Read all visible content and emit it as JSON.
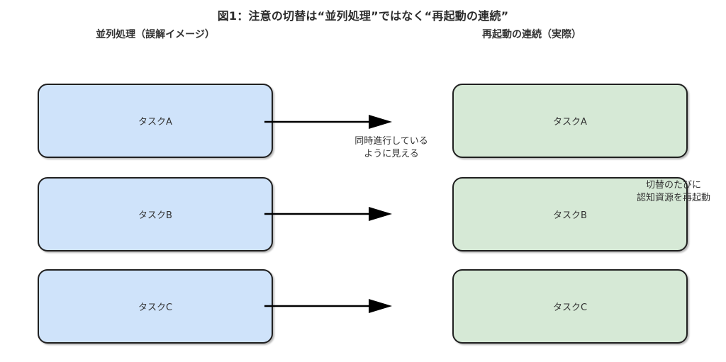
{
  "title": "図1：注意の切替は“並列処理”ではなく“再起動の連続”",
  "left_column": {
    "header": "並列処理（誤解イメージ）",
    "box_fill": "#cfe3fa",
    "tasks": [
      "タスクA",
      "タスクB",
      "タスクC"
    ]
  },
  "right_column": {
    "header": "再起動の連続（実際）",
    "box_fill": "#d6e9d6",
    "tasks": [
      "タスクA",
      "タスクB",
      "タスクC"
    ]
  },
  "notes": {
    "simultaneous_line1": "同時進行している",
    "simultaneous_line2": "ように見える",
    "switch_line1": "切替のたびに",
    "switch_line2": "認知資源を再起動"
  },
  "colors": {
    "box_border": "#202020",
    "arrow": "#000000",
    "text": "#333333",
    "left_box_fill": "#cfe3fa",
    "right_box_fill": "#d6e9d6"
  }
}
